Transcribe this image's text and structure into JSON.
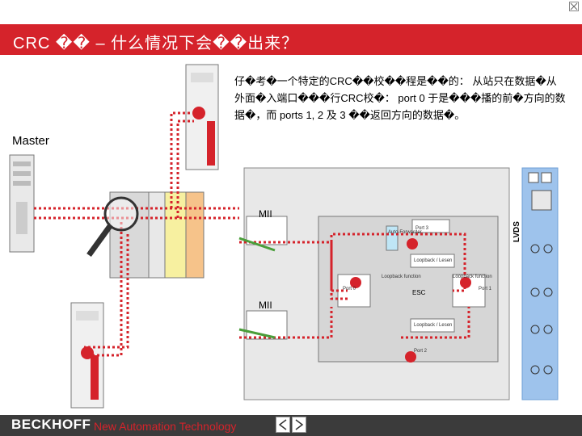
{
  "header": {
    "title": "CRC �� – 什么情况下会��出来？"
  },
  "labels": {
    "master": "Master",
    "description": "仔�考�一个特定的CRC��校��程是��的： 从站只在数据�从外面�入端口���行CRC校�： port 0 于是���播的前�方向的数据�，而 ports 1, 2 及 3 ��返回方向的数据�。",
    "mii_top": "MII",
    "mii_bottom": "MII",
    "lvds": "LVDS"
  },
  "esc": {
    "center": "ESC",
    "port0": "Port 0",
    "port1": "Port 1",
    "port2": "Port 2",
    "port3": "Port 3",
    "loopback_top": "Loopback / Lesen",
    "loopback_bottom": "Loopback / Lesen",
    "loopback_left": "Loopback function",
    "loopback_right": "Loopback function",
    "auto_fwd": "Auto-Forwarder"
  },
  "footer": {
    "logo": "BECKHOFF",
    "tagline": "New Automation Technology"
  },
  "colors": {
    "brand_red": "#d5232b",
    "link_blue": "#9ec3ec"
  },
  "icons": [
    "close-icon",
    "magnifier-icon",
    "prev-slide-icon",
    "next-slide-icon"
  ]
}
